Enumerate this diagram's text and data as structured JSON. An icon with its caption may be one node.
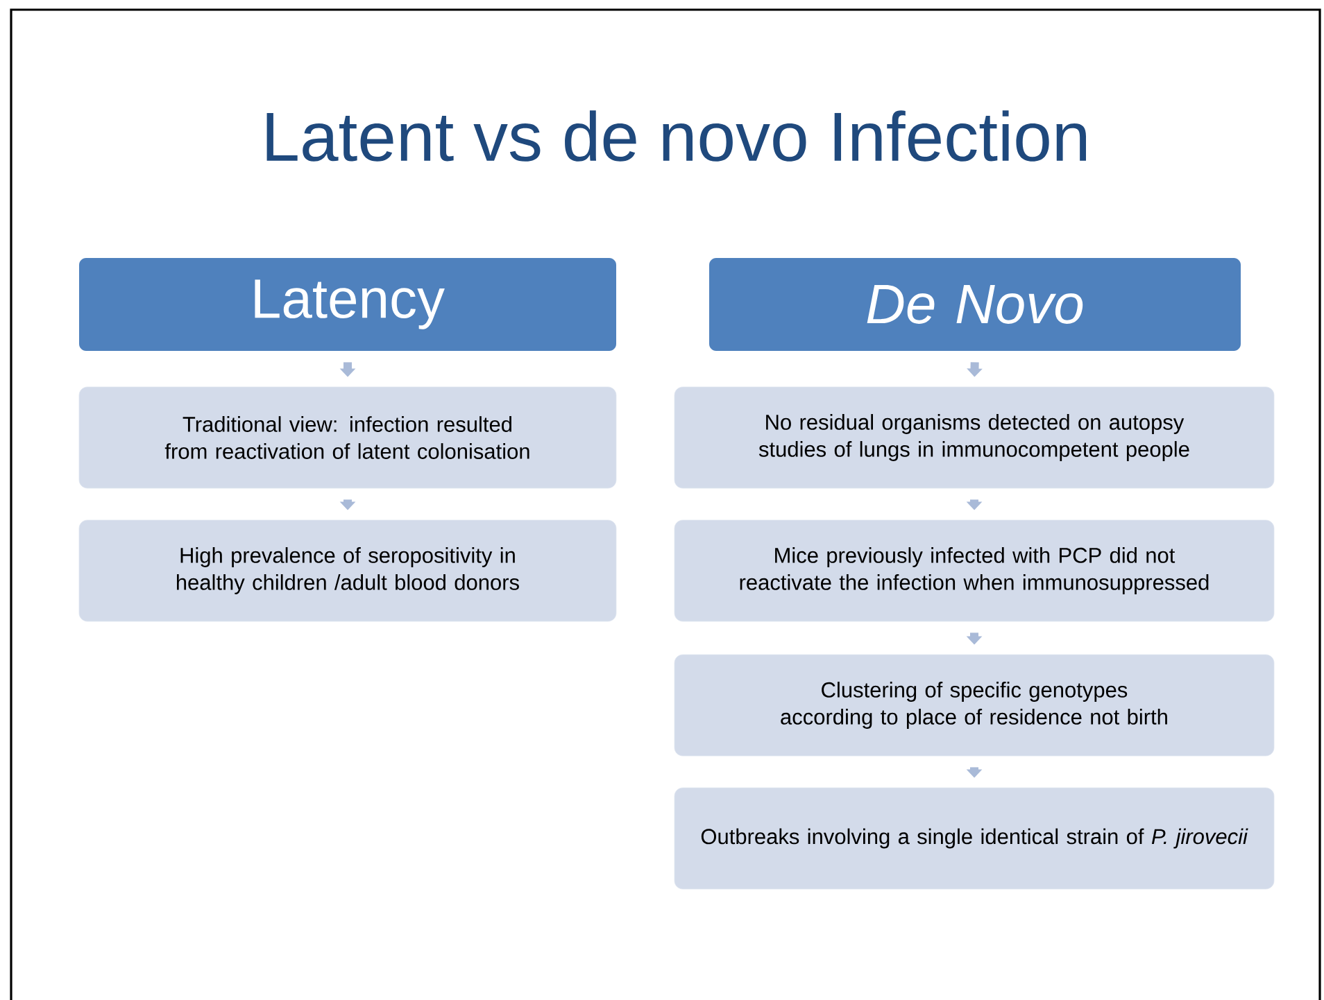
{
  "diagram": {
    "title": "Latent vs de novo Infection",
    "nodes": [
      {
        "text": [
          "Latency"
        ]
      },
      {
        "text": [
          "Traditional view: infection resulted from reactivation of latent colonisation"
        ]
      },
      {
        "text": [
          "High prevalence of seropositivity in healthy children /adult blood donors"
        ]
      },
      {
        "text": [
          "De Novo"
        ]
      },
      {
        "text": [
          "No residual organisms detected on autopsy studies of lungs in immunocompetent people"
        ]
      },
      {
        "text": [
          "Mice previously infected with PCP did not reactivate the infection when immunosuppressed"
        ]
      },
      {
        "text": [
          "Clustering of specific genotypes according to place of residence not birth"
        ]
      },
      {
        "text": [
          "Outbreaks involving a single identical strain of *P. jirovecii*"
        ]
      }
    ],
    "edges": [
      {
        "from": 0,
        "to": 1,
        "arrow": "to"
      },
      {
        "from": 1,
        "to": 2,
        "arrow": "to"
      },
      {
        "from": 3,
        "to": 4,
        "arrow": "to"
      },
      {
        "from": 4,
        "to": 5,
        "arrow": "to"
      },
      {
        "from": 5,
        "to": 6,
        "arrow": "to"
      },
      {
        "from": 6,
        "to": 7,
        "arrow": "to"
      }
    ]
  }
}
